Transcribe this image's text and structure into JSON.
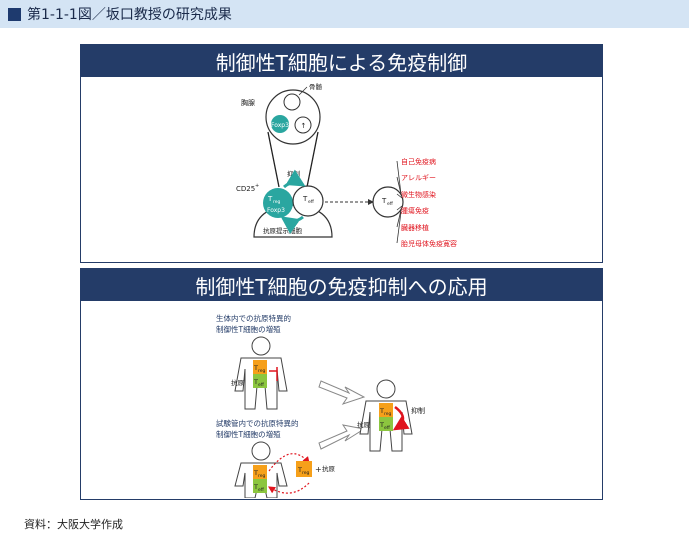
{
  "header": {
    "title": "第1-1-1図／坂口教授の研究成果"
  },
  "panel1": {
    "title": "制御性T細胞による免疫制御",
    "thymus": "胸腺",
    "bone_marrow": "骨髄",
    "foxp3": "Foxp3",
    "cd25": "CD25",
    "cd25_sup": "+",
    "suppression": "抑制",
    "treg": "T",
    "treg_sub": "reg",
    "teff": "T",
    "teff_sub": "eff",
    "apc": "抗原提示細胞",
    "diseases": [
      "自己免疫病",
      "アレルギー",
      "微生物感染",
      "腫瘍免疫",
      "臓器移植",
      "胎児母体免疫寛容"
    ]
  },
  "panel2": {
    "title": "制御性T細胞の免疫抑制への応用",
    "invivo_line1": "生体内での抗原特異的",
    "invivo_line2": "制御性T細胞の増殖",
    "invitro_line1": "試験管内での抗原特異的",
    "invitro_line2": "制御性T細胞の増殖",
    "antigen": "抗原",
    "plus": "+",
    "suppression": "抑制",
    "t": "T",
    "reg": "reg",
    "eff": "eff"
  },
  "colors": {
    "navy": "#243c68",
    "teal": "#2aa6a0",
    "red": "#e0141e",
    "orange": "#f6a01a",
    "green": "#8cc63f"
  },
  "source": "資料：大阪大学作成"
}
